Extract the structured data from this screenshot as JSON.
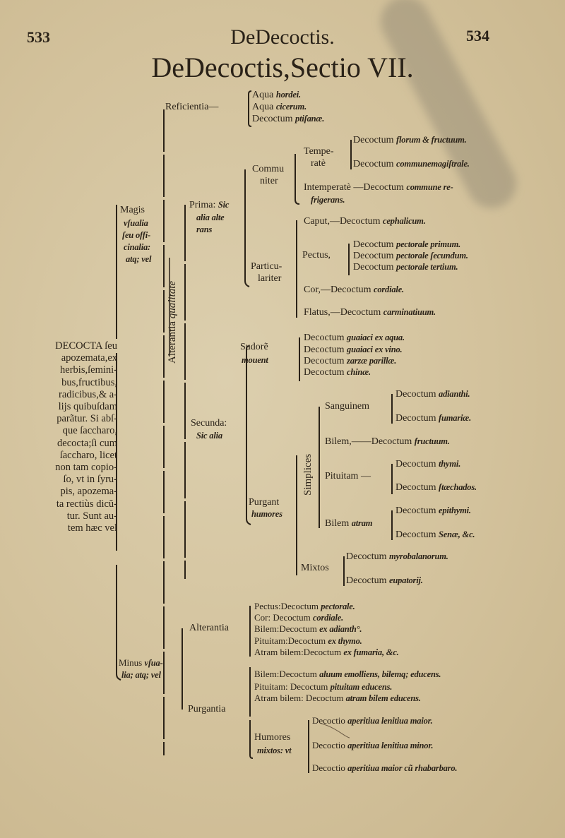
{
  "header": {
    "page_left": "533",
    "running_title": "DeDecoctis.",
    "page_right": "534",
    "section_title": "DeDecoctis,Sectio VII."
  },
  "intro": {
    "lines": [
      "DECOCTA ſeu",
      "apozemata,ex",
      "herbis,ſemini-",
      "bus,fructibus,",
      "radicibus,& a-",
      "lijs quibuſdam",
      "parãtur. Si abſ-",
      "que ſaccharo,",
      "decocta;ſi cum",
      "ſaccharo, licet",
      "non tam copio-",
      "ſo, vt in ſyru-",
      "pis, apozema-",
      "ta rectiùs dicũ-",
      "tur. Sunt au-",
      "tem hæc vel"
    ]
  },
  "tree": {
    "reficientia": {
      "label": "Reficientia—",
      "items": [
        {
          "r": "Aqua ",
          "i": "hordei."
        },
        {
          "r": "Aqua ",
          "i": "cicerum."
        },
        {
          "r": "Decoctum ",
          "i": "ptiſanæ."
        }
      ]
    },
    "magis": {
      "r": "Magis",
      "i": [
        "vſualia",
        "ſeu offi-",
        "cinalia:",
        "atq; vel"
      ]
    },
    "alterantia_qualitate": {
      "r": "Alterantia ",
      "i": "qualitate"
    },
    "prima": {
      "r": "Prima: ",
      "i": [
        "Sic",
        "alia alte",
        "rans"
      ]
    },
    "communiter": [
      "Commu",
      "niter"
    ],
    "temperate": [
      "Tempe-",
      "ratè"
    ],
    "temperate_items": [
      {
        "r": "Decoctum ",
        "i": "florum & fructuum."
      },
      {
        "r": "Decoctum ",
        "i": "communemagiſtrale."
      }
    ],
    "intemperate": {
      "r": "Intemperatè —Decoctum ",
      "i": "commune re-",
      "i2": "frigerans."
    },
    "particulariter": [
      "Particu-",
      "lariter"
    ],
    "caput": {
      "r": "Caput,—Decoctum ",
      "i": "cephalicum."
    },
    "pectus": {
      "label": "Pectus,",
      "items": [
        {
          "r": "Decoctum ",
          "i": "pectorale primum."
        },
        {
          "r": "Decoctum ",
          "i": "pectorale ſecundum."
        },
        {
          "r": "Decoctum ",
          "i": "pectorale tertium."
        }
      ]
    },
    "cor": {
      "r": "Cor,—Decoctum ",
      "i": "cordiale."
    },
    "flatus": {
      "r": "Flatus,—Decoctum ",
      "i": "carminatiuum."
    },
    "sudorem": {
      "r": "Sudorẽ",
      "i": "mouent",
      "items": [
        {
          "r": "Decoctum ",
          "i": "guaiaci ex aqua."
        },
        {
          "r": "Decoctum ",
          "i": "guaiaci ex vino."
        },
        {
          "r": "Decoctum ",
          "i": "zarzæ parillæ."
        },
        {
          "r": "Decoctum ",
          "i": "chinæ."
        }
      ]
    },
    "secunda": {
      "r": "Secunda:",
      "i": "Sic alia"
    },
    "purgant": {
      "r": "Purgant",
      "i": "humores"
    },
    "simplices": "Simplices",
    "sanguinem": {
      "label": "Sanguinem",
      "items": [
        {
          "r": "Decoctum ",
          "i": "adianthi."
        },
        {
          "r": "Decoctum ",
          "i": "fumariæ."
        }
      ]
    },
    "bilem": {
      "r": "Bilem,——Decoctum ",
      "i": "fructuum."
    },
    "pituitam": {
      "label": "Pituitam —",
      "items": [
        {
          "r": "Decoctum ",
          "i": "thymi."
        },
        {
          "r": "Decoctum ",
          "i": "ſtæchados."
        }
      ]
    },
    "bilem_atram": {
      "r": "Bilem ",
      "i": "atram",
      "items": [
        {
          "r": "Decoctum ",
          "i": "epithymi."
        },
        {
          "r": "Decoctum ",
          "i": "Senæ, &c."
        }
      ]
    },
    "mixtos": {
      "label": "Mixtos",
      "items": [
        {
          "r": "Decoctum ",
          "i": "myrobalanorum."
        },
        {
          "r": "Decoctum ",
          "i": "eupatorij."
        }
      ]
    },
    "minus": {
      "r": "Minus ",
      "i": "vſua-",
      "i2": "lia; atq; vel"
    },
    "alterantia": {
      "label": "Alterantia",
      "items": [
        {
          "r": "Pectus:Decoctum ",
          "i": "pectorale."
        },
        {
          "r": "Cor: Decoctum ",
          "i": "cordiale."
        },
        {
          "r": "Bilem:Decoctum ",
          "i": "ex adianth°."
        },
        {
          "r": "Pituitam:Decoctum ",
          "i": "ex thymo."
        },
        {
          "r": "Atram bilem:Decoctum ",
          "i": "ex fumaria, &c."
        }
      ]
    },
    "purgantia": {
      "label": "Purgantia",
      "items": [
        {
          "r": "Bilem:Decoctum ",
          "i": "aluum emolliens, bilemq; educens."
        },
        {
          "r": "Pituitam: Decoctum ",
          "i": "pituitam educens."
        },
        {
          "r": "Atram bilem: Decoctum ",
          "i": "atram bilem educens."
        }
      ]
    },
    "humores": {
      "r": "Humores",
      "i": "mixtos: vt",
      "items": [
        {
          "r": "Decoctio ",
          "i": "aperitiua lenitiua maior."
        },
        {
          "r": "Decoctio ",
          "i": "aperitiua lenitiua minor."
        },
        {
          "r": "Decoctio ",
          "i": "aperitiua maior cũ rhabarbaro."
        }
      ]
    }
  }
}
